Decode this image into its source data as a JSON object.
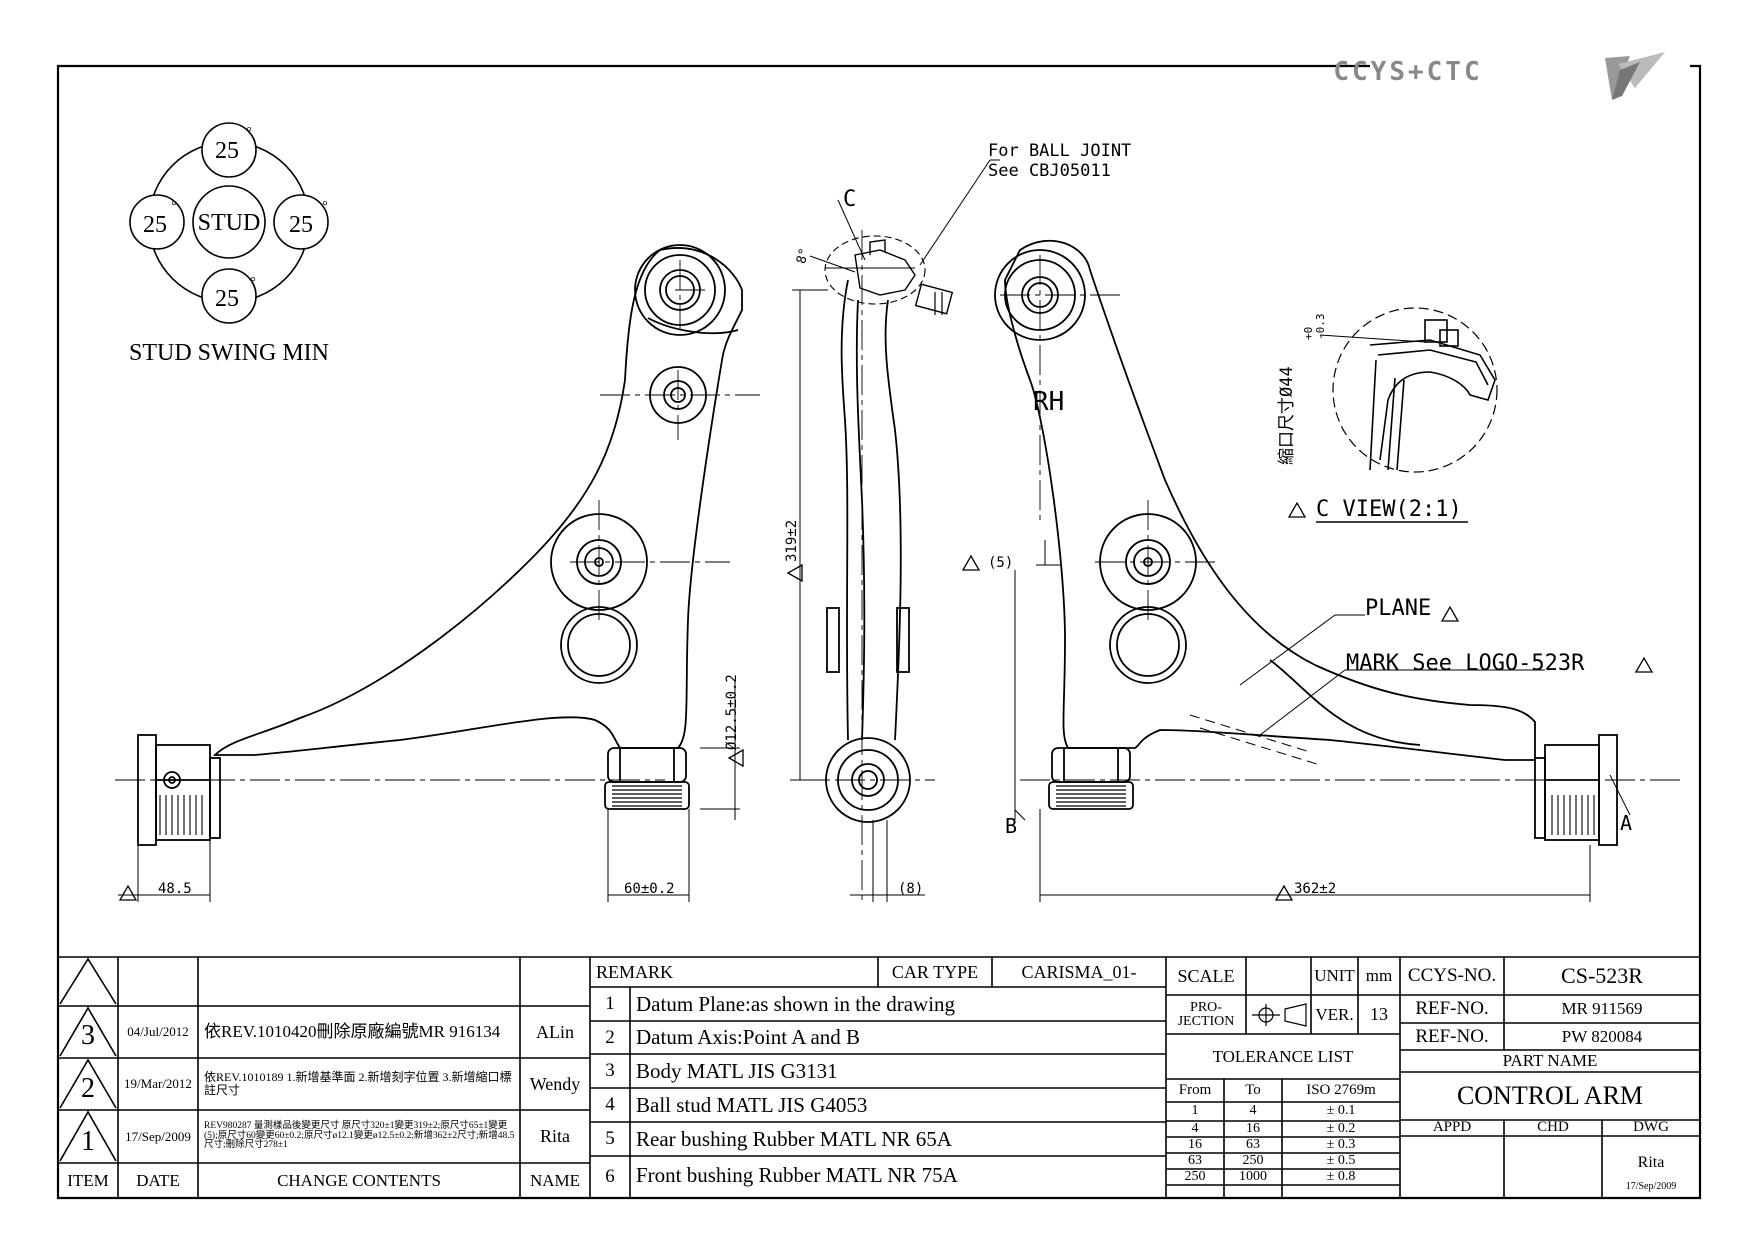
{
  "brand": {
    "logo_text": "CCYS+CTC",
    "logo_mark": "wing-logo"
  },
  "drawing": {
    "stud_swing": {
      "center_label": "STUD",
      "angle_top": "25",
      "angle_left": "25",
      "angle_right": "25",
      "angle_bottom": "25",
      "degree_symbol": "°",
      "caption": "STUD SWING MIN"
    },
    "ball_joint_note": {
      "line1": "For BALL JOINT",
      "line2": "See CBJ05011"
    },
    "labels": {
      "c": "C",
      "rh": "RH",
      "a": "A",
      "b": "B",
      "angle8": "8°"
    },
    "c_view": {
      "title": "C VIEW(2:1)",
      "dimension": "縮口尺寸Ø44",
      "tol_plus": "+0",
      "tol_minus": "-0.3"
    },
    "plane": "PLANE",
    "mark": "MARK See LOGO-523R",
    "dims": {
      "d319": "319±2",
      "d12_5": "Ø12.5±0.2",
      "d5": "(5)",
      "d48_5": "48.5",
      "d60": "60±0.2",
      "d8": "(8)",
      "d362": "362±2"
    }
  },
  "title_block": {
    "revisions": [
      {
        "num": "3",
        "date": "04/Jul/2012",
        "content": "依REV.1010420刪除原廠編號MR 916134",
        "name": "ALin"
      },
      {
        "num": "2",
        "date": "19/Mar/2012",
        "content": "依REV.1010189 1.新增基準面 2.新增刻字位置 3.新增縮口標註尺寸",
        "name": "Wendy"
      },
      {
        "num": "1",
        "date": "17/Sep/2009",
        "content": "REV980287 量測樣品後變更尺寸 原尺寸320±1變更319±2;原尺寸65±1變更(5);原尺寸60變更60±0.2;原尺寸ø12.1變更ø12.5±0.2;新增362±2尺寸;新增48.5尺寸;刪除尺寸278±1",
        "name": "Rita"
      }
    ],
    "headers": {
      "item": "ITEM",
      "date": "DATE",
      "change": "CHANGE CONTENTS",
      "name": "NAME"
    },
    "remark_label": "REMARK",
    "car_type_label": "CAR TYPE",
    "car_type": "CARISMA_01-",
    "remarks": [
      {
        "n": "1",
        "text": "Datum Plane:as shown in the drawing"
      },
      {
        "n": "2",
        "text": "Datum Axis:Point A and B"
      },
      {
        "n": "3",
        "text": "Body MATL JIS G3131"
      },
      {
        "n": "4",
        "text": "Ball stud MATL JIS G4053"
      },
      {
        "n": "5",
        "text": "Rear bushing Rubber MATL NR 65A"
      },
      {
        "n": "6",
        "text": "Front bushing Rubber MATL NR 75A"
      }
    ],
    "scale_label": "SCALE",
    "unit_label": "UNIT",
    "unit": "mm",
    "projection_label": "PRO-\nJECTION",
    "ver_label": "VER.",
    "ver": "13",
    "tolerance_title": "TOLERANCE LIST",
    "tol_headers": {
      "from": "From",
      "to": "To",
      "std": "ISO 2769m"
    },
    "tolerances": [
      {
        "from": "1",
        "to": "4",
        "tol": "± 0.1"
      },
      {
        "from": "4",
        "to": "16",
        "tol": "± 0.2"
      },
      {
        "from": "16",
        "to": "63",
        "tol": "± 0.3"
      },
      {
        "from": "63",
        "to": "250",
        "tol": "± 0.5"
      },
      {
        "from": "250",
        "to": "1000",
        "tol": "± 0.8"
      }
    ],
    "ccys_no_label": "CCYS-NO.",
    "ccys_no": "CS-523R",
    "ref_no_label": "REF-NO.",
    "ref_no_1": "MR 911569",
    "ref_no_2": "PW 820084",
    "part_name_label": "PART NAME",
    "part_name": "CONTROL ARM",
    "appd_label": "APPD",
    "chd_label": "CHD",
    "dwg_label": "DWG",
    "dwg_name": "Rita",
    "dwg_date": "17/Sep/2009"
  }
}
